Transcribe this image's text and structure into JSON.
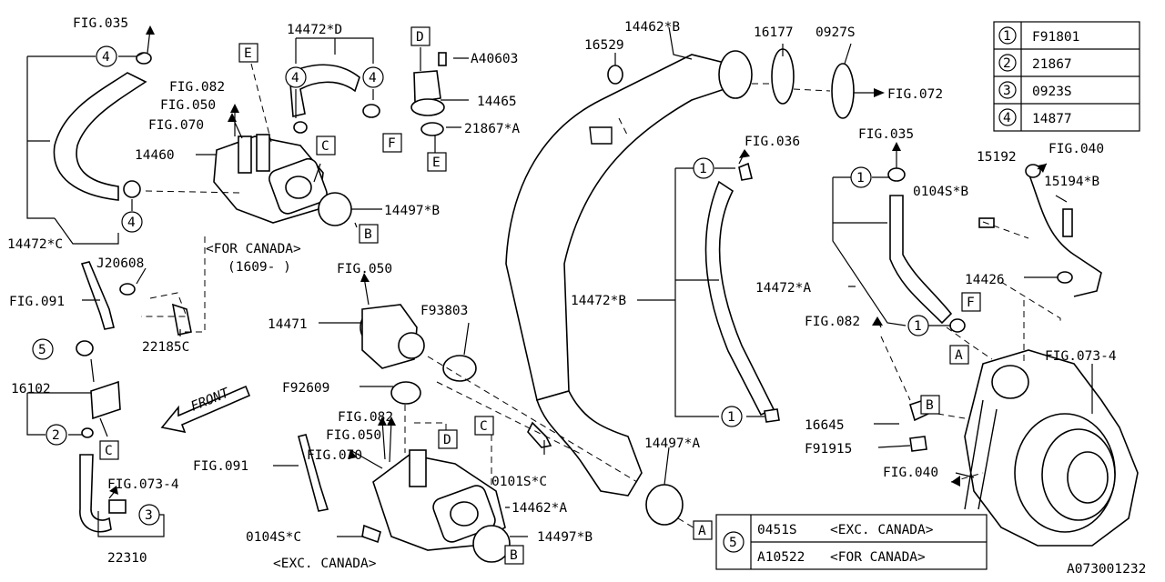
{
  "diagram_id": "A073001232",
  "callouts": {
    "fig035_a": "FIG.035",
    "p14472d": "14472*D",
    "fig082_a": "FIG.082",
    "fig050_a": "FIG.050",
    "fig070_a": "FIG.070",
    "p14460": "14460",
    "p14472c": "14472*C",
    "p14497b_a": "14497*B",
    "for_canada": "<FOR CANADA>",
    "date_range": "(1609-  )",
    "j20608": "J20608",
    "fig091_a": "FIG.091",
    "p22185c": "22185C",
    "pa40603": "A40603",
    "p14465": "14465",
    "p21867a": "21867*A",
    "p16529": "16529",
    "p14462b": "14462*B",
    "p16177": "16177",
    "p0927s": "0927S",
    "fig072": "FIG.072",
    "fig036": "FIG.036",
    "fig035_b": "FIG.035",
    "fig040_a": "FIG.040",
    "p15192": "15192",
    "p0104sb": "0104S*B",
    "p15194b": "15194*B",
    "p14426": "14426",
    "p14472a": "14472*A",
    "fig082_c": "FIG.082",
    "fig0734_a": "FIG.073-4",
    "p14472b": "14472*B",
    "fig050_b": "FIG.050",
    "p14471": "14471",
    "pf93803": "F93803",
    "pf92609": "F92609",
    "fig082_b": "FIG.082",
    "fig050_c": "FIG.050",
    "fig070_b": "FIG.070",
    "fig091_b": "FIG.091",
    "p14462a": "14462*A",
    "p14497b_b": "14497*B",
    "p0104sc": "0104S*C",
    "exc_canada": "<EXC. CANADA>",
    "p0101sc": "0101S*C",
    "p14497a": "14497*A",
    "p16645": "16645",
    "pf91915": "F91915",
    "fig040_b": "FIG.040",
    "p16102": "16102",
    "fig0734_b": "FIG.073-4",
    "p22310": "22310",
    "front": "FRONT"
  },
  "box_letters": {
    "E_top": "E",
    "C_top": "C",
    "B_top": "B",
    "D_top": "D",
    "E_small": "E",
    "F_top": "F",
    "F_right": "F",
    "A_right": "A",
    "B_right": "B",
    "C_left": "C",
    "D_mid": "D",
    "C_mid": "C",
    "B_bottom": "B",
    "A_bottom": "A"
  },
  "circle_refs": {
    "c4_a": "4",
    "c4_b": "4",
    "c4_c": "4",
    "c4_d": "4",
    "c1_a": "1",
    "c1_b": "1",
    "c1_c": "1",
    "c1_d": "1",
    "c5": "5",
    "c2": "2",
    "c3": "3"
  },
  "legend": [
    {
      "num": "1",
      "code": "F91801"
    },
    {
      "num": "2",
      "code": "21867"
    },
    {
      "num": "3",
      "code": "0923S"
    },
    {
      "num": "4",
      "code": "14877"
    }
  ],
  "legend5": {
    "num": "5",
    "rows": [
      {
        "code": "0451S",
        "note": "<EXC. CANADA>"
      },
      {
        "code": "A10522",
        "note": "<FOR CANADA>"
      }
    ]
  }
}
